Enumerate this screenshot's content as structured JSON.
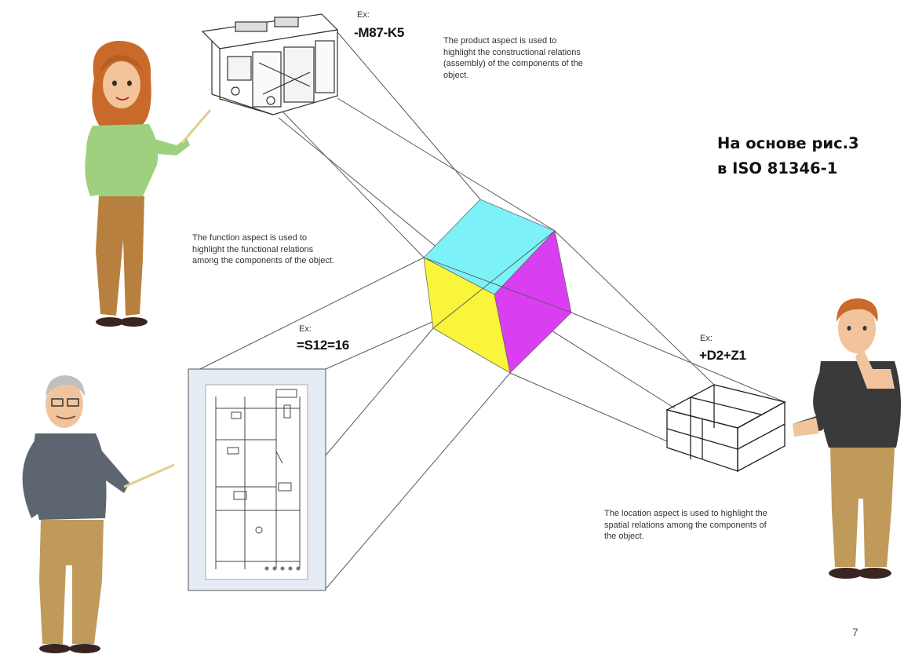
{
  "product": {
    "ex_label": "Ex:",
    "code": "-M87-K5",
    "description": "The product aspect is used to highlight the constructional relations (assembly) of the components of the object."
  },
  "function": {
    "ex_label": "Ex:",
    "code": "=S12=16",
    "description": "The function aspect is used to highlight the functional relations among the components of the object."
  },
  "location": {
    "ex_label": "Ex:",
    "code": "+D2+Z1",
    "description": "The location aspect is used to highlight the spatial relations among the components of the object."
  },
  "source_note": {
    "line1": "На основе рис.3",
    "line2": "в ISO 81346-1"
  },
  "page_number": "7",
  "colors": {
    "cube_top": "#7cf2f8",
    "cube_right": "#d93ff0",
    "cube_left": "#f9f53a",
    "lines": "#555555",
    "schematic_frame": "#e6ecf5"
  },
  "icons": [
    "cabinet-icon",
    "schematic-icon",
    "wireframe-box-icon",
    "female-presenter-icon",
    "senior-presenter-icon",
    "thinking-man-icon"
  ]
}
